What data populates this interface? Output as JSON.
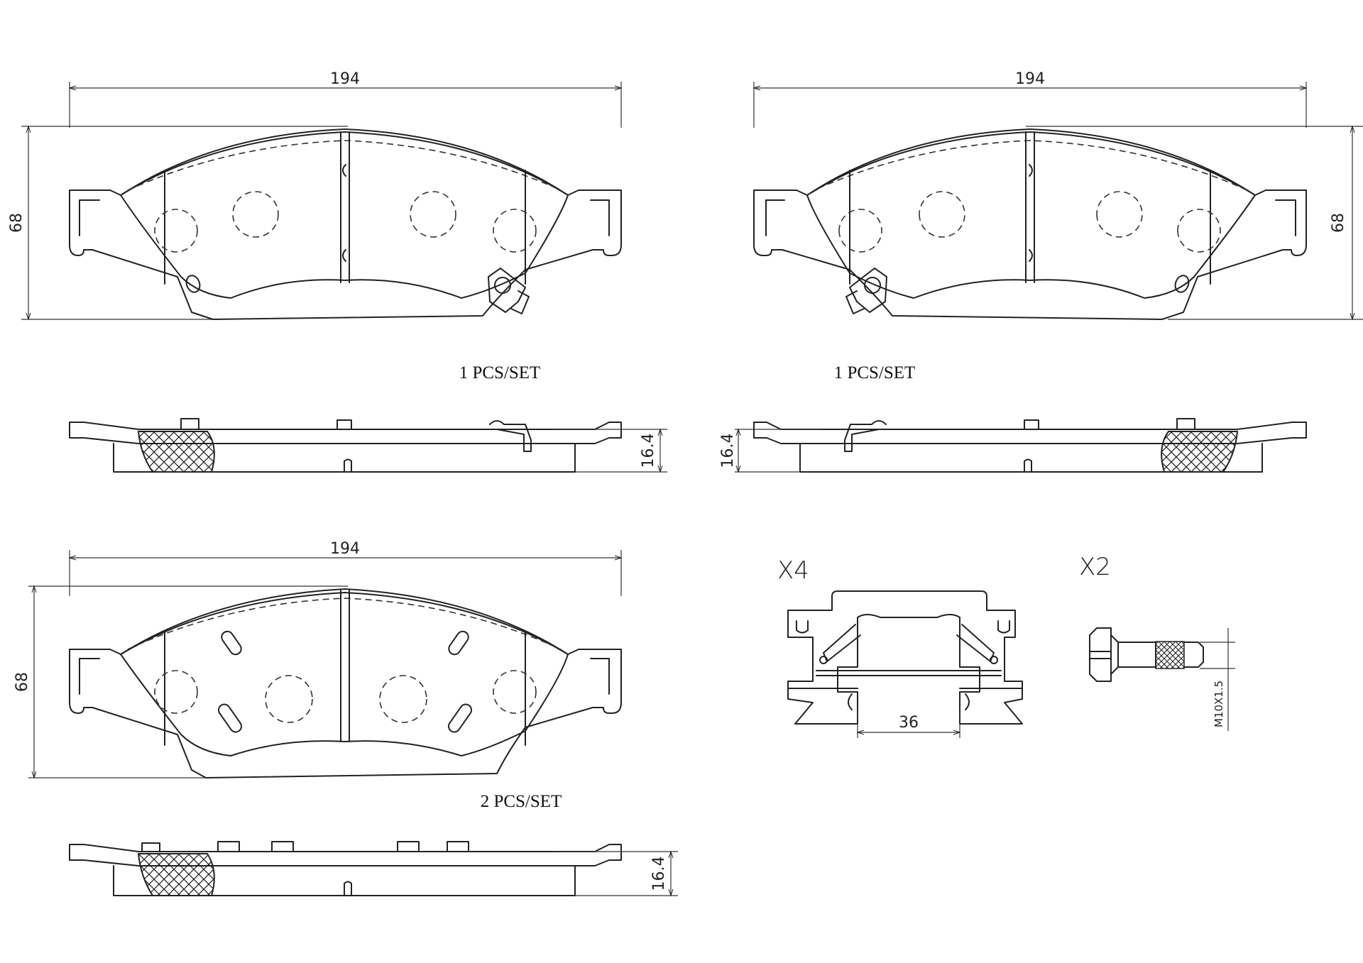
{
  "dimensions": {
    "pad_width": "194",
    "pad_height": "68",
    "pad_thickness": "16.4",
    "clip_width": "36",
    "bolt_thread": "M10X1.5"
  },
  "quantities": {
    "top_left": "1 PCS/SET",
    "top_right": "1 PCS/SET",
    "bottom": "2 PCS/SET",
    "clip_multiplier": "X4",
    "bolt_multiplier": "X2"
  }
}
